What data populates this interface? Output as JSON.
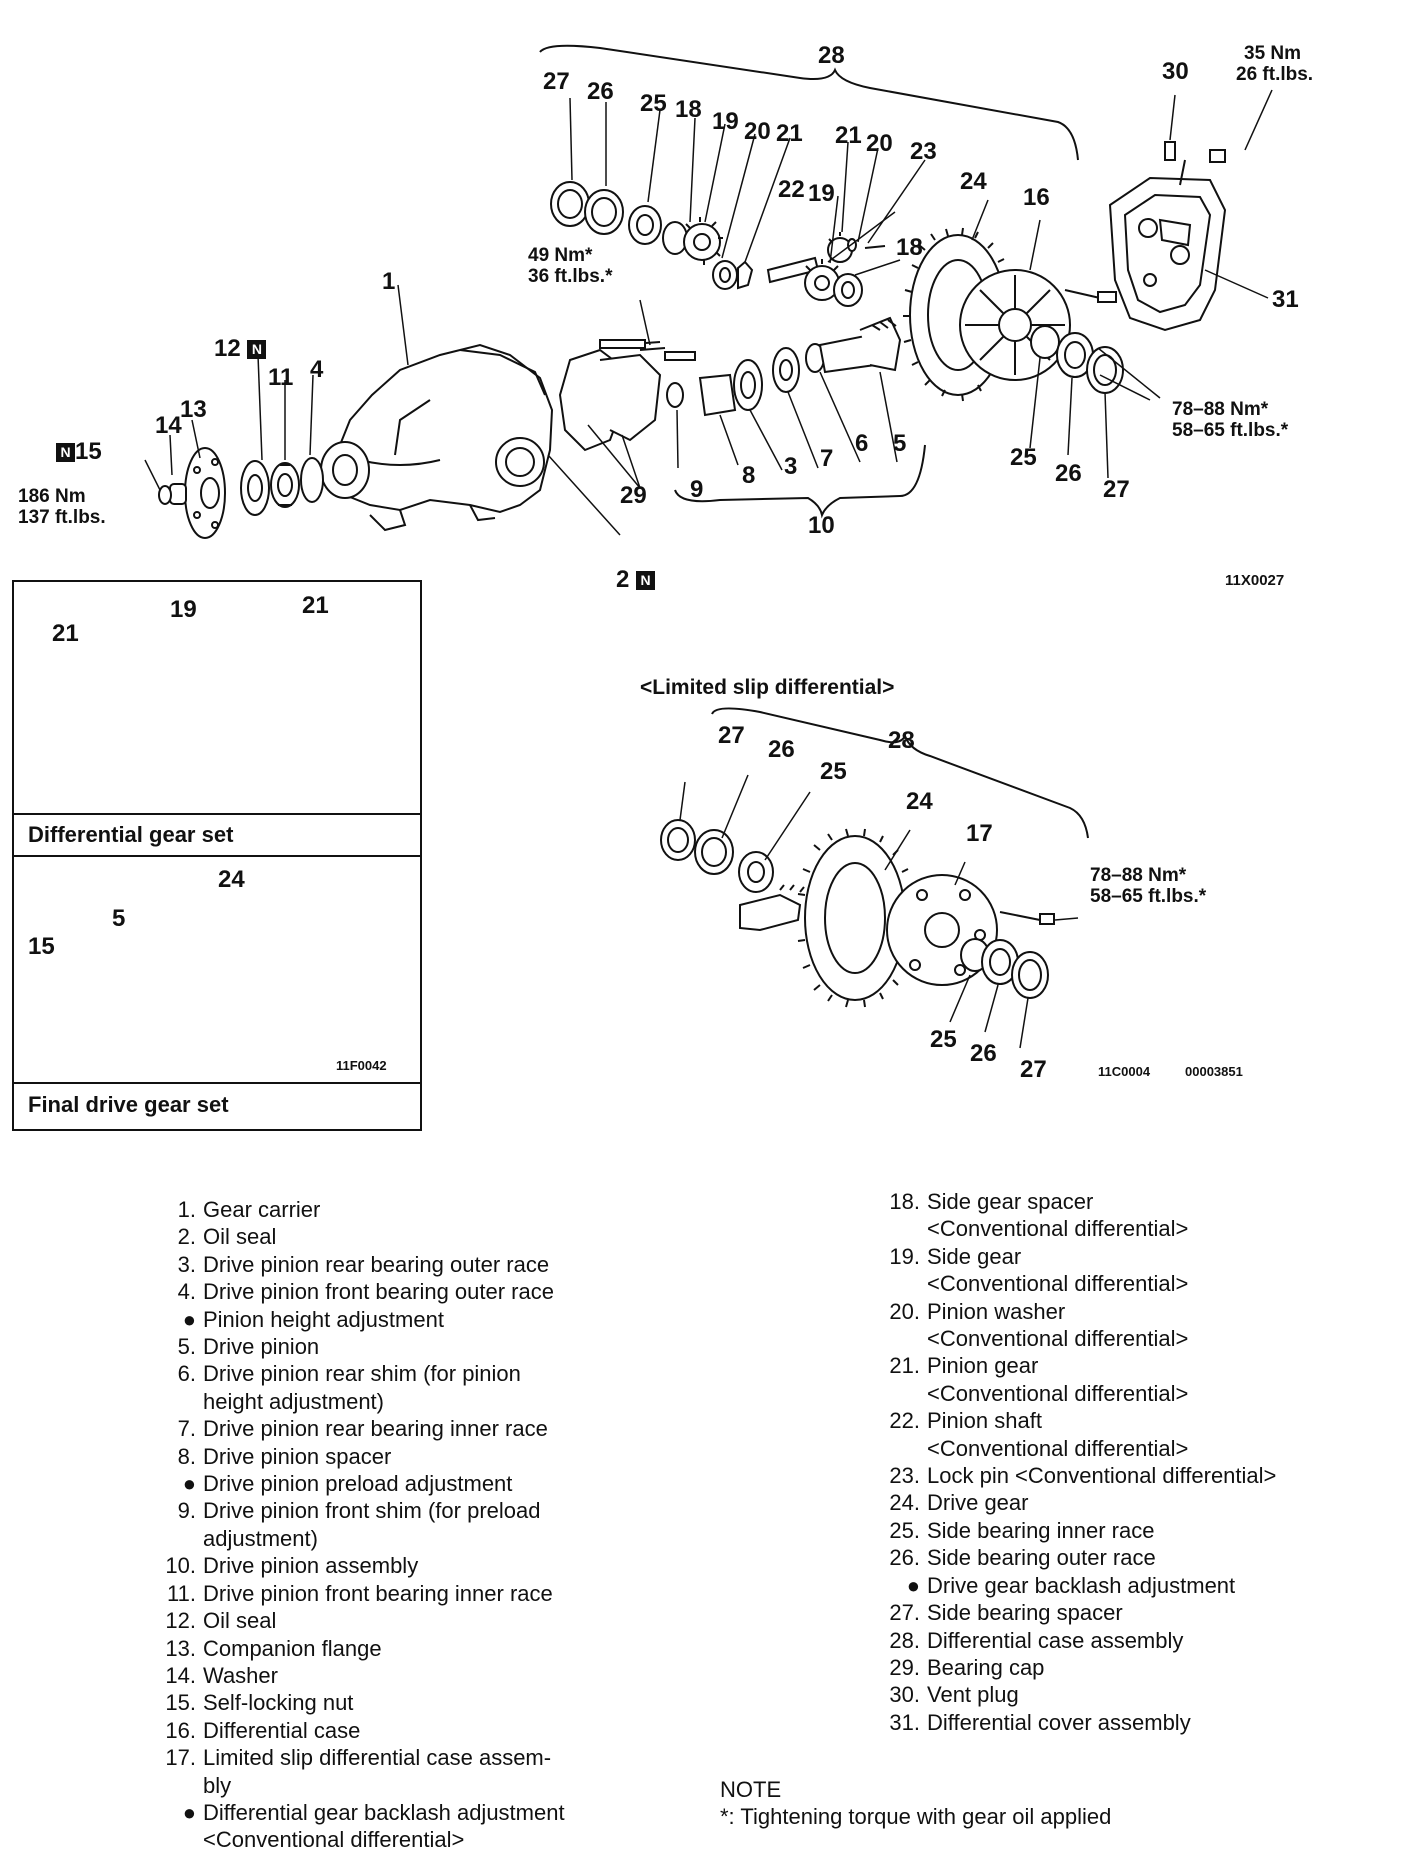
{
  "diagram": {
    "figure_codes": {
      "main": "11X0027",
      "differential_gear_set": "11F0042",
      "lsd_1": "11C0004",
      "lsd_2": "00003851"
    },
    "torques": {
      "t_49": [
        "49 Nm*",
        "36 ft.lbs.*"
      ],
      "t_35": [
        "35 Nm",
        "26 ft.lbs."
      ],
      "t_186": [
        "186 Nm",
        "137 ft.lbs."
      ],
      "t_78_main": [
        "78–88 Nm*",
        "58–65 ft.lbs.*"
      ],
      "t_78_lsd": [
        "78–88 Nm*",
        "58–65 ft.lbs.*"
      ]
    },
    "new_part_mark": "N",
    "callouts_main": {
      "c28": "28",
      "c27": "27",
      "c26": "26",
      "c25": "25",
      "c18a": "18",
      "c19a": "19",
      "c20a": "20",
      "c21a": "21",
      "c21b": "21",
      "c20b": "20",
      "c23": "23",
      "c22": "22",
      "c19b": "19",
      "c18b": "18",
      "c24": "24",
      "c16": "16",
      "c30": "30",
      "c31": "31",
      "c1": "1",
      "c12": "12",
      "c11": "11",
      "c4": "4",
      "c13": "13",
      "c14": "14",
      "c15": "15",
      "c29": "29",
      "c9": "9",
      "c8": "8",
      "c3": "3",
      "c7": "7",
      "c6": "6",
      "c5": "5",
      "c10": "10",
      "c2": "2",
      "c25b": "25",
      "c26b": "26",
      "c27b": "27"
    },
    "inset_gear_set": {
      "caption": "Differential gear set",
      "c21a": "21",
      "c19": "19",
      "c21b": "21"
    },
    "inset_final_drive": {
      "caption": "Final drive gear set",
      "c24": "24",
      "c5": "5",
      "c15": "15"
    },
    "lsd": {
      "title": "<Limited slip differential>",
      "c27": "27",
      "c26": "26",
      "c25": "25",
      "c28": "28",
      "c24": "24",
      "c17": "17",
      "c25b": "25",
      "c26b": "26",
      "c27b": "27"
    }
  },
  "legend_left": [
    {
      "num": "1.",
      "text": "Gear carrier"
    },
    {
      "num": "2.",
      "text": "Oil seal"
    },
    {
      "num": "3.",
      "text": "Drive pinion rear bearing outer race"
    },
    {
      "num": "4.",
      "text": "Drive pinion front bearing outer race"
    },
    {
      "num": "●",
      "text": "Pinion height adjustment"
    },
    {
      "num": "5.",
      "text": "Drive pinion"
    },
    {
      "num": "6.",
      "text": "Drive pinion rear shim (for pinion"
    },
    {
      "num": "",
      "text": "height adjustment)"
    },
    {
      "num": "7.",
      "text": "Drive pinion rear bearing inner race"
    },
    {
      "num": "8.",
      "text": "Drive pinion spacer"
    },
    {
      "num": "●",
      "text": "Drive pinion preload adjustment"
    },
    {
      "num": "9.",
      "text": "Drive pinion front shim (for preload"
    },
    {
      "num": "",
      "text": "adjustment)"
    },
    {
      "num": "10.",
      "text": "Drive pinion assembly"
    },
    {
      "num": "11.",
      "text": "Drive pinion front bearing inner race"
    },
    {
      "num": "12.",
      "text": "Oil seal"
    },
    {
      "num": "13.",
      "text": "Companion flange"
    },
    {
      "num": "14.",
      "text": "Washer"
    },
    {
      "num": "15.",
      "text": "Self-locking nut"
    },
    {
      "num": "16.",
      "text": "Differential case"
    },
    {
      "num": "17.",
      "text": "Limited slip differential case assem-"
    },
    {
      "num": "",
      "text": "bly"
    },
    {
      "num": "●",
      "text": "Differential gear backlash adjustment"
    },
    {
      "num": "",
      "text": "<Conventional differential>"
    }
  ],
  "legend_right": [
    {
      "num": "18.",
      "text": "Side gear spacer"
    },
    {
      "num": "",
      "text": "<Conventional differential>"
    },
    {
      "num": "19.",
      "text": "Side gear"
    },
    {
      "num": "",
      "text": "<Conventional differential>"
    },
    {
      "num": "20.",
      "text": "Pinion washer"
    },
    {
      "num": "",
      "text": "<Conventional differential>"
    },
    {
      "num": "21.",
      "text": "Pinion gear"
    },
    {
      "num": "",
      "text": "<Conventional differential>"
    },
    {
      "num": "22.",
      "text": "Pinion shaft"
    },
    {
      "num": "",
      "text": "<Conventional differential>"
    },
    {
      "num": "23.",
      "text": "Lock pin <Conventional differential>"
    },
    {
      "num": "24.",
      "text": "Drive gear"
    },
    {
      "num": "25.",
      "text": "Side bearing inner race"
    },
    {
      "num": "26.",
      "text": "Side bearing outer race"
    },
    {
      "num": "●",
      "text": "Drive gear backlash adjustment"
    },
    {
      "num": "27.",
      "text": "Side bearing spacer"
    },
    {
      "num": "28.",
      "text": "Differential case assembly"
    },
    {
      "num": "29.",
      "text": "Bearing cap"
    },
    {
      "num": "30.",
      "text": "Vent plug"
    },
    {
      "num": "31.",
      "text": "Differential cover assembly"
    }
  ],
  "note": {
    "heading": "NOTE",
    "text": "*: Tightening torque with gear oil applied"
  }
}
